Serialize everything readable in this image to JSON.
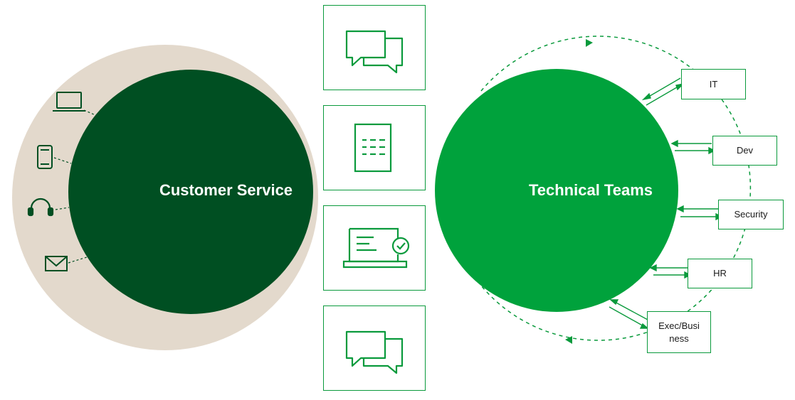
{
  "customer_service": {
    "title": "Customer Service"
  },
  "technical_teams": {
    "title": "Technical Teams"
  },
  "teams": [
    {
      "label": "IT"
    },
    {
      "label": "Dev"
    },
    {
      "label": "Security"
    },
    {
      "label": "HR"
    },
    {
      "label": "Exec/Business"
    }
  ],
  "channel_icons": [
    "laptop-icon",
    "mobile-phone-icon",
    "headset-icon",
    "envelope-icon"
  ],
  "tile_icons": [
    "chat-bubbles-icon",
    "document-icon",
    "laptop-check-icon",
    "chat-bubbles-icon"
  ],
  "colors": {
    "beige": "#e3d9cc",
    "dark_green": "#004f22",
    "bright_green": "#00a23c",
    "line_green": "#0a9a3c"
  }
}
